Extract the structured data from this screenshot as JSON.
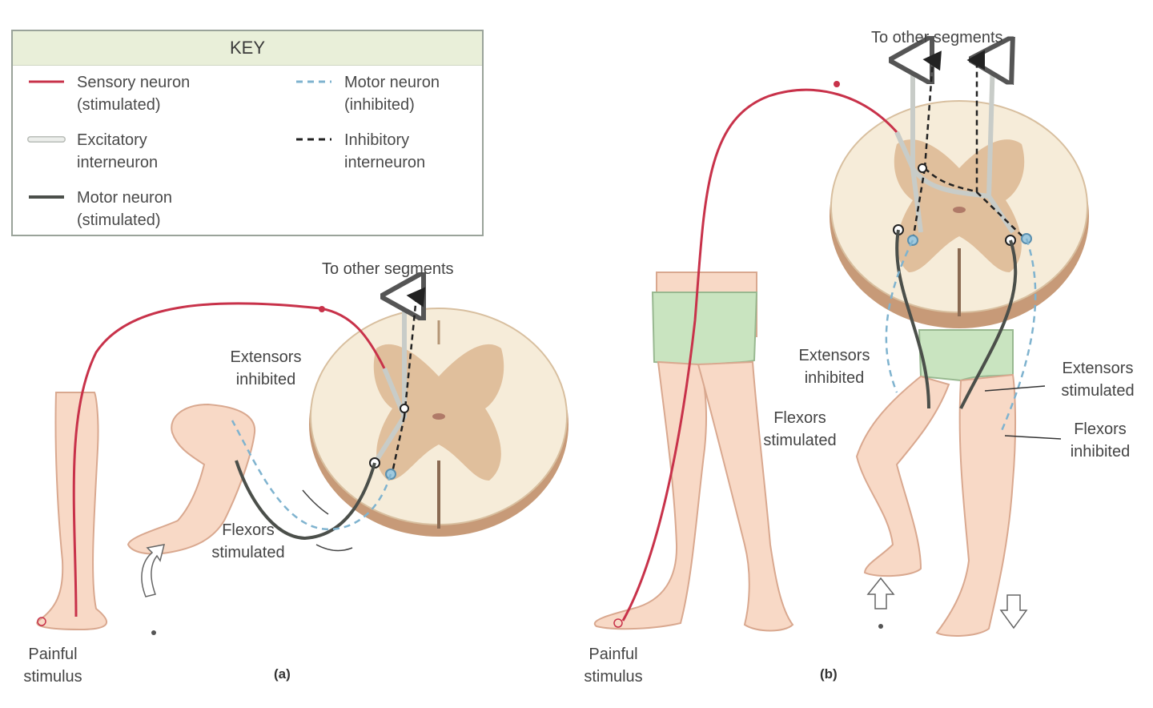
{
  "key": {
    "title": "KEY",
    "items": [
      {
        "line1": "Sensory neuron",
        "line2": "(stimulated)",
        "color": "#c8324a",
        "style": "solid"
      },
      {
        "line1": "Excitatory",
        "line2": "interneuron",
        "color": "#d7dad6",
        "style": "hollow"
      },
      {
        "line1": "Motor neuron",
        "line2": "(stimulated)",
        "color": "#4b4f4a",
        "style": "solid"
      },
      {
        "line1": "Motor neuron",
        "line2": "(inhibited)",
        "color": "#7fb3cf",
        "style": "dashed"
      },
      {
        "line1": "Inhibitory",
        "line2": "interneuron",
        "color": "#222222",
        "style": "dashed"
      }
    ]
  },
  "panel_a": {
    "to_other": "To other segments",
    "extensors_1": "Extensors",
    "extensors_2": "inhibited",
    "flexors_1": "Flexors",
    "flexors_2": "stimulated",
    "painful_1": "Painful",
    "painful_2": "stimulus",
    "label": "(a)"
  },
  "panel_b": {
    "to_other": "To other segments",
    "ext_inh_1": "Extensors",
    "ext_inh_2": "inhibited",
    "flex_stim_1": "Flexors",
    "flex_stim_2": "stimulated",
    "ext_stim_1": "Extensors",
    "ext_stim_2": "stimulated",
    "flex_inh_1": "Flexors",
    "flex_inh_2": "inhibited",
    "painful_1": "Painful",
    "painful_2": "stimulus",
    "label": "(b)"
  },
  "colors": {
    "skin": "#f8d9c6",
    "skin_edge": "#d9a88f",
    "cord_white": "#f6ecd9",
    "cord_grey": "#e3c4a2",
    "cord_edge": "#c9a07b",
    "shorts": "#c9e4c0",
    "sensory": "#c8324a",
    "motor_stim": "#4b4f4a",
    "motor_inh": "#7fb3cf"
  }
}
